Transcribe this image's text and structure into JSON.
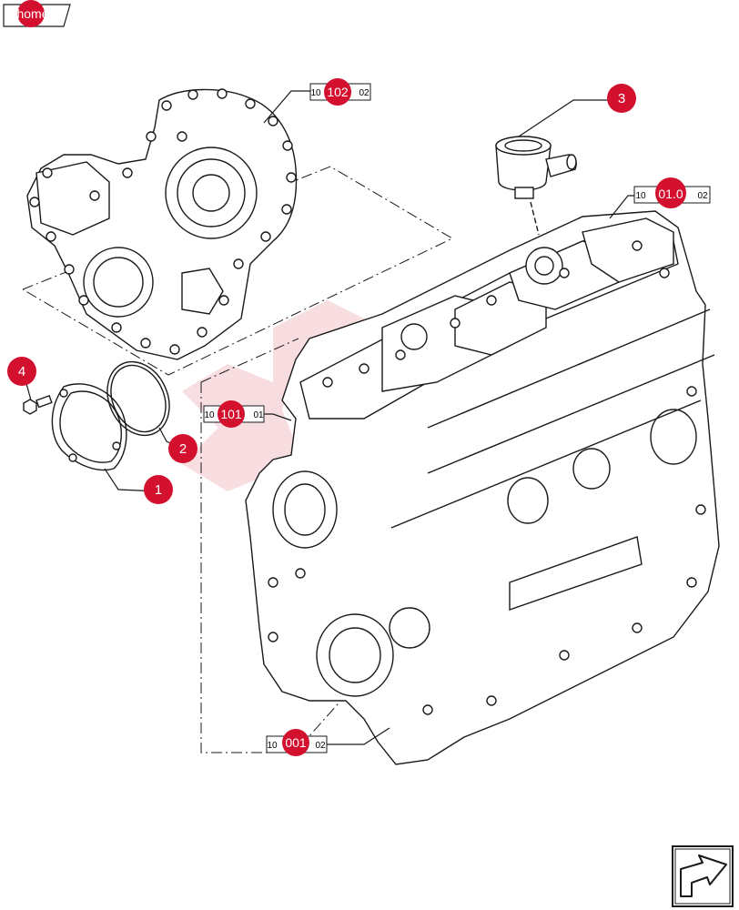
{
  "home": {
    "label": "home"
  },
  "callouts": [
    {
      "id": "1",
      "label": "1"
    },
    {
      "id": "2",
      "label": "2"
    },
    {
      "id": "3",
      "label": "3"
    },
    {
      "id": "4",
      "label": "4"
    }
  ],
  "refs": [
    {
      "id": "102",
      "label": "102",
      "box_left": "10",
      "box_right": "02"
    },
    {
      "id": "101",
      "label": "101",
      "box_left": "10",
      "box_right": "01"
    },
    {
      "id": "01.0",
      "label": "01.0",
      "box_left": "10",
      "box_right": "02"
    },
    {
      "id": "001",
      "label": "001",
      "box_left": "10",
      "box_right": "02"
    }
  ],
  "colors": {
    "accent": "#d3102e",
    "line": "#1a1a1a",
    "watermark": "#f3c2c8"
  },
  "nav": {
    "icon": "forward-arrow-icon"
  }
}
